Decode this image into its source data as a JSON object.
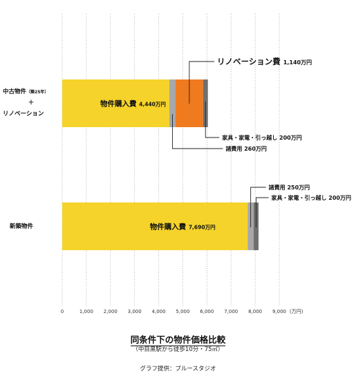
{
  "chart_data": {
    "type": "bar",
    "orientation": "horizontal",
    "stacked": true,
    "title": "同条件下の物件価格比較",
    "subtitle": "（中目黒駅から徒歩10分・75㎡）",
    "credit": "グラフ提供：ブルースタジオ",
    "x_unit_label": "(万円)",
    "xlim": [
      0,
      9000
    ],
    "x_ticks": [
      0,
      1000,
      2000,
      3000,
      4000,
      5000,
      6000,
      7000,
      8000,
      9000
    ],
    "x_tick_labels": [
      "0",
      "1,000",
      "2,000",
      "3,000",
      "4,000",
      "5,000",
      "6,000",
      "7,000",
      "8,000",
      "9,000"
    ],
    "grid": "vertical dotted",
    "categories": [
      {
        "main": "中古物件",
        "note": "（築25年）",
        "plus": "＋",
        "line2": "リノベーション"
      },
      {
        "main": "新築物件",
        "note": "",
        "plus": "",
        "line2": ""
      }
    ],
    "bars": [
      {
        "segments": [
          {
            "name": "物件購入費",
            "value": 4440,
            "value_label": "4,440万円",
            "color": "#f5d32b",
            "label_position": "inside"
          },
          {
            "name": "諸費用",
            "value": 260,
            "value_label": "260万円",
            "color": "#a8a8a8",
            "label_position": "below"
          },
          {
            "name": "リノベーション費",
            "value": 1140,
            "value_label": "1,140万円",
            "color": "#f07a1e",
            "label_position": "above"
          },
          {
            "name": "家具・家電・引っ越し",
            "value": 200,
            "value_label": "200万円",
            "color": "#6f6f6f",
            "label_position": "below"
          }
        ]
      },
      {
        "segments": [
          {
            "name": "物件購入費",
            "value": 7690,
            "value_label": "7,690万円",
            "color": "#f5d32b",
            "label_position": "inside"
          },
          {
            "name": "諸費用",
            "value": 250,
            "value_label": "250万円",
            "color": "#a8a8a8",
            "label_position": "above"
          },
          {
            "name": "家具・家電・引っ越し",
            "value": 200,
            "value_label": "200万円",
            "color": "#6f6f6f",
            "label_position": "above"
          }
        ]
      }
    ]
  }
}
